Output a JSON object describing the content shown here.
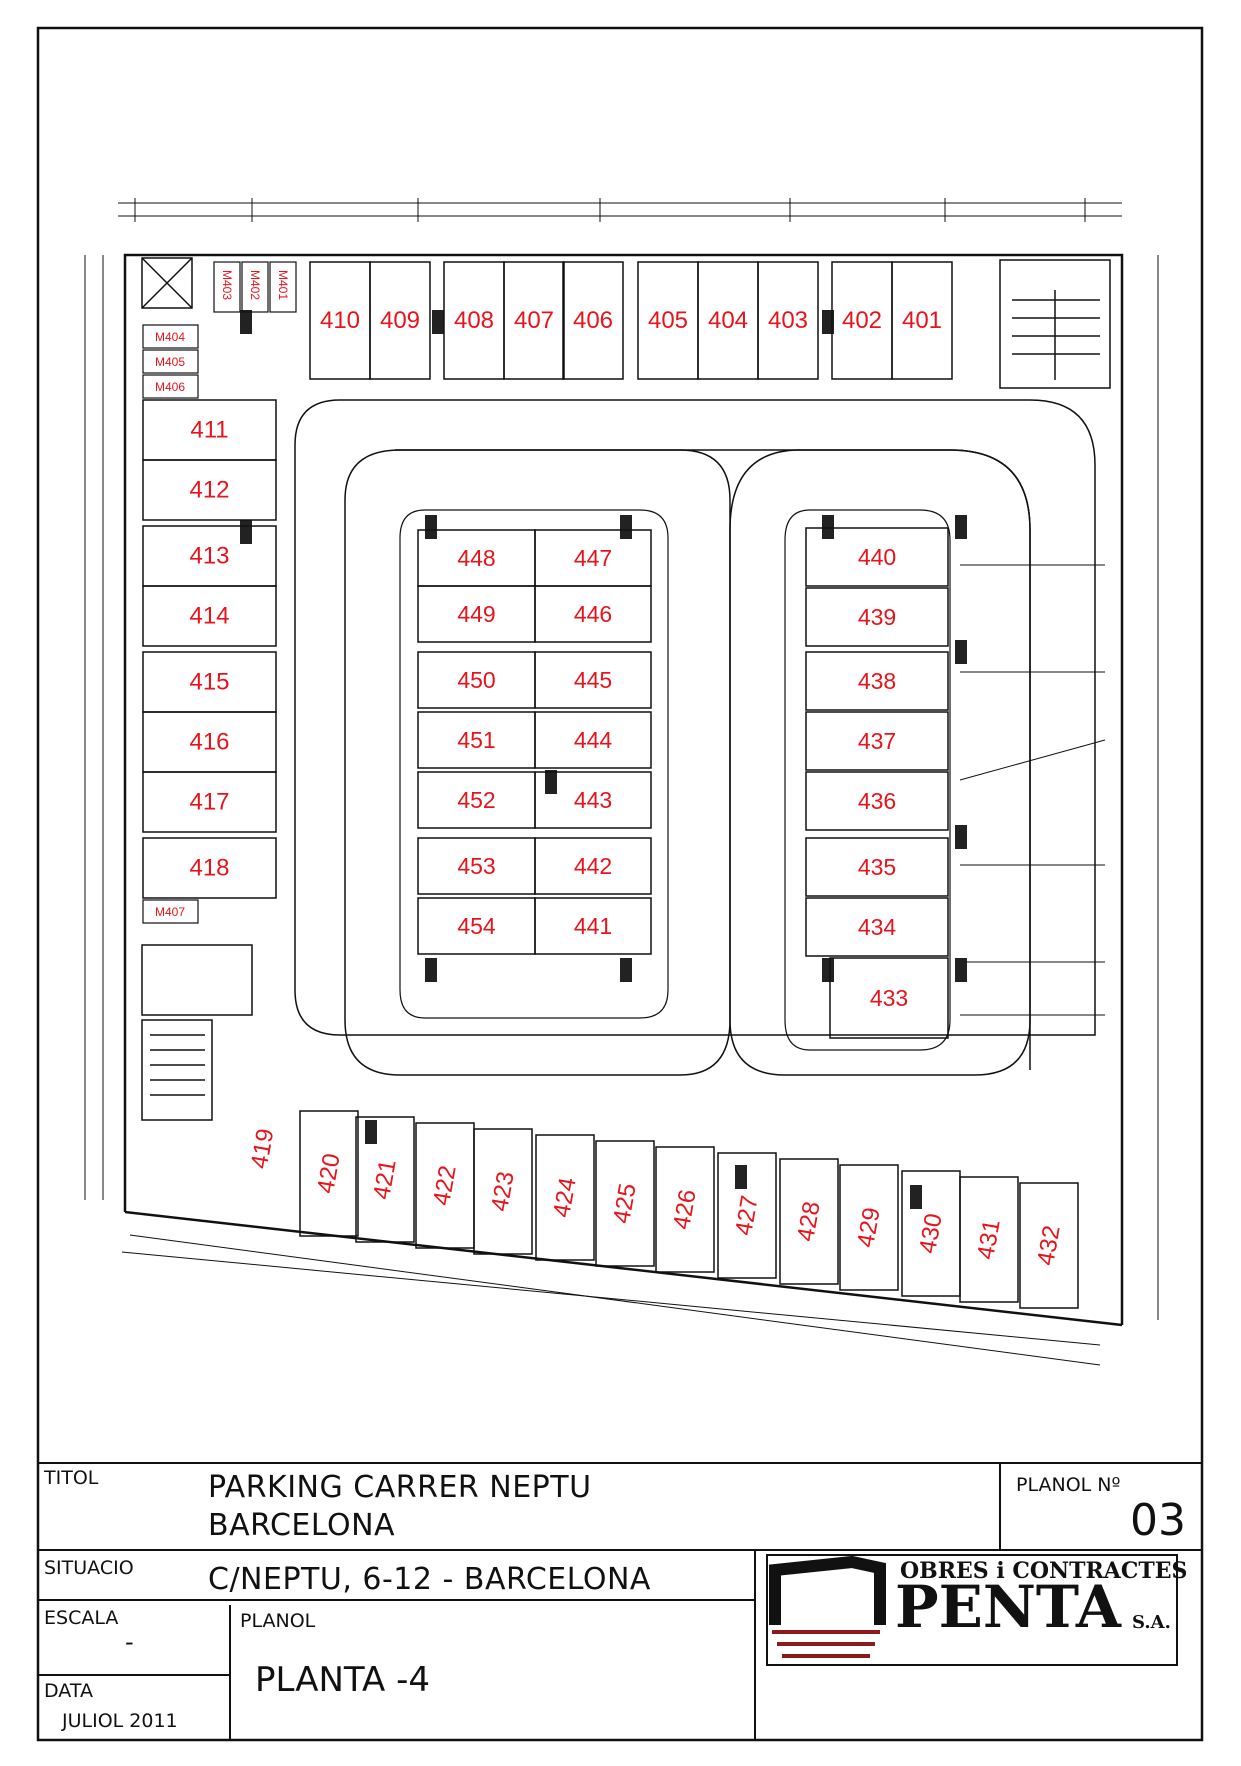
{
  "plan": {
    "row_top": [
      "410",
      "409",
      "408",
      "407",
      "406",
      "405",
      "404",
      "403",
      "402",
      "401"
    ],
    "row_left": [
      "411",
      "412",
      "413",
      "414",
      "415",
      "416",
      "417",
      "418"
    ],
    "island_left_col_a": [
      "448",
      "449",
      "450",
      "451",
      "452",
      "453",
      "454"
    ],
    "island_left_col_b": [
      "447",
      "446",
      "445",
      "444",
      "443",
      "442",
      "441"
    ],
    "island_right": [
      "440",
      "439",
      "438",
      "437",
      "436",
      "435",
      "434",
      "433"
    ],
    "row_bottom": [
      "419",
      "420",
      "421",
      "422",
      "423",
      "424",
      "425",
      "426",
      "427",
      "428",
      "429",
      "430",
      "431",
      "432"
    ],
    "storage_top": [
      "M403",
      "M402",
      "M401"
    ],
    "storage_left": [
      "M404",
      "M405",
      "M406"
    ],
    "storage_lower": "M407",
    "label_color": "#e8141c"
  },
  "title_block": {
    "titol_label": "TITOL",
    "title_line1": "PARKING CARRER NEPTU",
    "title_line2": "BARCELONA",
    "planol_no_label": "PLANOL Nº",
    "planol_no": "03",
    "situacio_label": "SITUACIO",
    "situacio": "C/NEPTU, 6-12 - BARCELONA",
    "escala_label": "ESCALA",
    "escala": "-",
    "planol_label": "PLANOL",
    "planol": "PLANTA -4",
    "data_label": "DATA",
    "data": "JULIOL 2011"
  },
  "logo": {
    "line1": "OBRES i CONTRACTES",
    "name": "PENTA",
    "suffix": "S.A.",
    "accent": "#8b1a1a"
  }
}
